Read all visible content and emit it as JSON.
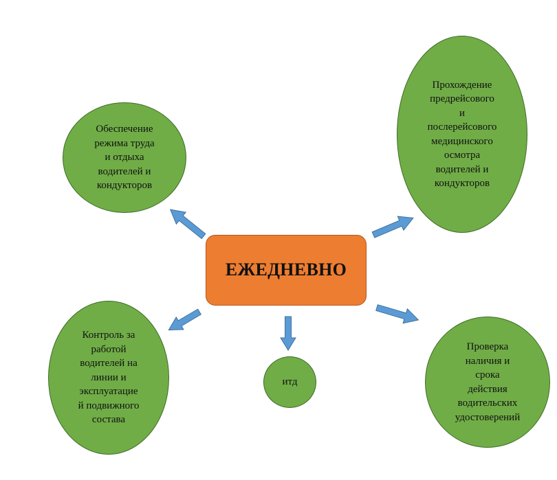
{
  "colors": {
    "node_fill": "#70ad47",
    "center_fill": "#ed7d31",
    "arrow_fill": "#5b9bd5",
    "arrow_stroke": "#41719c"
  },
  "center": {
    "label": "ЕЖЕДНЕВНО"
  },
  "nodes": {
    "rest_regime": "Обеспечение\nрежима труда\nи отдыха\nводителей и\nкондукторов",
    "medical_check": "Прохождение\nпредрейсового\nи\nпослерейсового\nмедицинского\nосмотра\nводителей и\nкондукторов",
    "line_control": "Контроль за\nработой\nводителей на\nлинии и\nэксплуатацие\nй подвижного\nсостава",
    "etc": "итд",
    "licenses": "Проверка\nналичия и\nсрока\nдействия\nводительских\nудостоверений"
  },
  "arrows": [
    "up-left",
    "up-right",
    "down-left",
    "down",
    "down-right"
  ]
}
